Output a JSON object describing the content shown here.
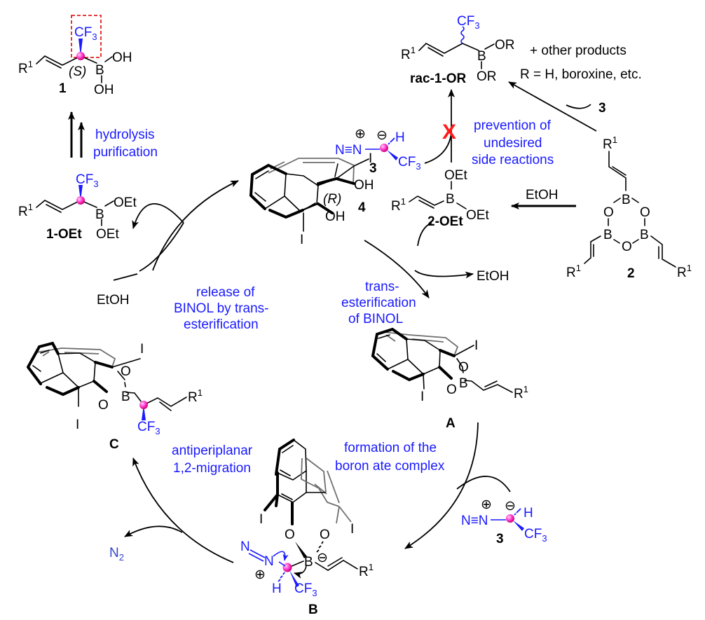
{
  "title": "Catalytic cycle of BINOL-catalyzed homologation of alkenylboroxines with CF3CHN2",
  "colors": {
    "annotation": "#1a1aff",
    "chiral_center": "#ff33cc",
    "highlight_box": "#e02020",
    "blocked_x": "#ff1a1a",
    "grey_ring": "#6e6e6e"
  },
  "compounds": {
    "product_1": {
      "label": "1",
      "r_group": "R",
      "r_sup": "1",
      "cf3": "CF",
      "cf3_sub": "3",
      "config": "(S)",
      "b": "B",
      "oh_top": "OH",
      "oh_bottom": "OH"
    },
    "product_1_oet": {
      "label": "1-OEt",
      "r_group": "R",
      "r_sup": "1",
      "cf3": "CF",
      "cf3_sub": "3",
      "b": "B",
      "oet_top": "OEt",
      "oet_bottom": "OEt"
    },
    "rac_product": {
      "label": "rac-1-OR",
      "r_group": "R",
      "r_sup": "1",
      "cf3": "CF",
      "cf3_sub": "3",
      "b": "B",
      "or_top": "OR",
      "or_bottom": "OR",
      "side_text_1": "+ other products",
      "side_text_2": "R = H, boroxine, etc."
    },
    "diazo_3": {
      "label": "3",
      "n_triple": "N≡N",
      "dash": "—",
      "plus": "⊕",
      "minus": "⊖",
      "h": "H",
      "cf3": "CF",
      "cf3_sub": "3"
    },
    "ester_2_oet": {
      "label": "2-OEt",
      "r_group": "R",
      "r_sup": "1",
      "b": "B",
      "oet_top": "OEt",
      "oet_bottom": "OEt"
    },
    "boroxine_2": {
      "label": "2",
      "r_group": "R",
      "r_sup": "1",
      "b": "B",
      "o": "O"
    },
    "binol_4": {
      "label": "4",
      "config": "(R)",
      "iodine": "I",
      "oh": "OH"
    },
    "intermediate_A": {
      "label": "A",
      "iodine": "I",
      "o": "O",
      "b": "B",
      "r_group": "R",
      "r_sup": "1"
    },
    "intermediate_B": {
      "label": "B",
      "iodine": "I",
      "o": "O",
      "b": "B",
      "n": "N",
      "plus": "⊕",
      "minus": "⊖",
      "h": "H",
      "cf3": "CF",
      "cf3_sub": "3",
      "r_group": "R",
      "r_sup": "1"
    },
    "intermediate_C": {
      "label": "C",
      "iodine": "I",
      "o": "O",
      "b": "B",
      "cf3": "CF",
      "cf3_sub": "3",
      "r_group": "R",
      "r_sup": "1"
    }
  },
  "reagents": {
    "etoh_boroxine": "EtOH",
    "etoh_released": "EtOH",
    "etoh_added": "EtOH",
    "n2": "N",
    "n2_sub": "2",
    "reagent_3_side": "3",
    "blocked_mark": "X"
  },
  "annotations": {
    "hydrolysis": [
      "hydrolysis",
      "purification"
    ],
    "prevention": [
      "prevention of",
      "undesired",
      "side reactions"
    ],
    "release": [
      "release of",
      "BINOL by trans-",
      "esterification"
    ],
    "transesterification": [
      "trans-",
      "esterification",
      "of BINOL"
    ],
    "ate_complex": [
      "formation of the",
      "boron ate complex"
    ],
    "migration": [
      "antiperiplanar",
      "1,2-migration"
    ]
  }
}
